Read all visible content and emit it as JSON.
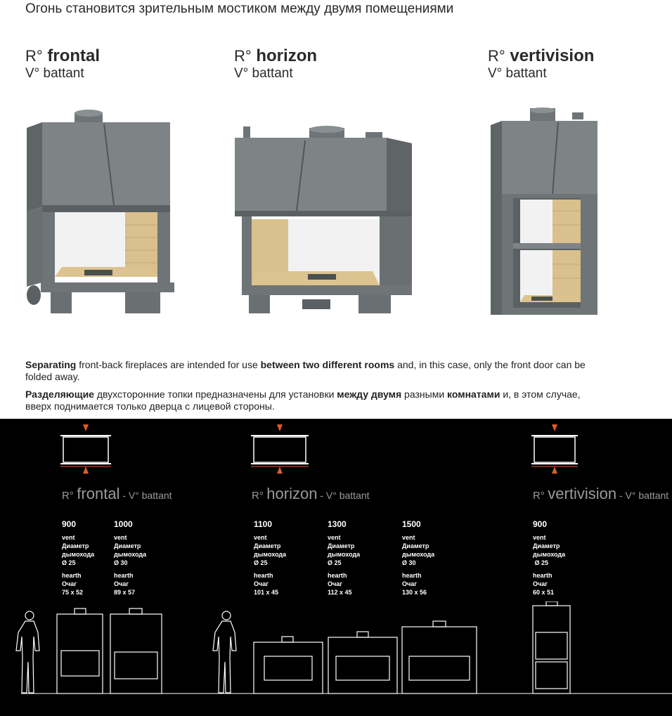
{
  "headline": "Огонь становится зрительным мостиком между двумя помещениями",
  "products": [
    {
      "prefix": "R°",
      "name": "frontal",
      "sub": "V° battant"
    },
    {
      "prefix": "R°",
      "name": "horizon",
      "sub": "V° battant"
    },
    {
      "prefix": "R°",
      "name": "vertivision",
      "sub": "V° battant"
    }
  ],
  "desc_en": {
    "b1": "Separating",
    "t1": " front-back fireplaces are intended for use ",
    "b2": "between two different rooms",
    "t2": " and, in this case, only the front door can be folded away."
  },
  "desc_ru": {
    "b1": "Разделяющие",
    "t1": " двухсторонние топки предназначены для установки ",
    "b2": "между двумя",
    "t2": " разными ",
    "b3": "комнатами",
    "t3": " и, в этом случае, вверх поднимается только дверца с лицевой стороны."
  },
  "model_titles": [
    {
      "p": "R°",
      "n": "frontal",
      "s": " - V° battant"
    },
    {
      "p": "R°",
      "n": "horizon",
      "s": " - V° battant"
    },
    {
      "p": "R°",
      "n": "vertivision",
      "s": " - V° battant"
    }
  ],
  "specs": [
    {
      "size": "900",
      "vent": "vent",
      "vent_ru1": "Диаметр",
      "vent_ru2": "дымохода",
      "vent_val": "Ø 25",
      "hearth": "hearth",
      "hearth_ru": "Очаг",
      "hearth_val": "75 x 52"
    },
    {
      "size": "1000",
      "vent": "vent",
      "vent_ru1": "Диаметр",
      "vent_ru2": "дымохода",
      "vent_val": "Ø 30",
      "hearth": "hearth",
      "hearth_ru": "Очаг",
      "hearth_val": "89 x 57"
    },
    {
      "size": "1100",
      "vent": "vent",
      "vent_ru1": "Диаметр",
      "vent_ru2": "дымохода",
      "vent_val": "Ø 25",
      "hearth": "hearth",
      "hearth_ru": "Очаг",
      "hearth_val": "101 x 45"
    },
    {
      "size": "1300",
      "vent": "vent",
      "vent_ru1": "Диаметр",
      "vent_ru2": "дымохода",
      "vent_val": "Ø 25",
      "hearth": "hearth",
      "hearth_ru": "Очаг",
      "hearth_val": "112 x 45"
    },
    {
      "size": "1500",
      "vent": "vent",
      "vent_ru1": "Диаметр",
      "vent_ru2": "дымохода",
      "vent_val": "Ø 30",
      "hearth": "hearth",
      "hearth_ru": "Очаг",
      "hearth_val": "130 x 56"
    },
    {
      "size": "900",
      "vent": "vent",
      "vent_ru1": "Диаметр",
      "vent_ru2": "дымохода",
      "vent_val": " Ø 25",
      "hearth": "hearth",
      "hearth_ru": "Очаг",
      "hearth_val": "60 x 51"
    }
  ],
  "colors": {
    "arrow": "#e05a2b",
    "steel": "#7e8486",
    "firebrick": "#d9c08c",
    "dark_bg": "#000000"
  }
}
